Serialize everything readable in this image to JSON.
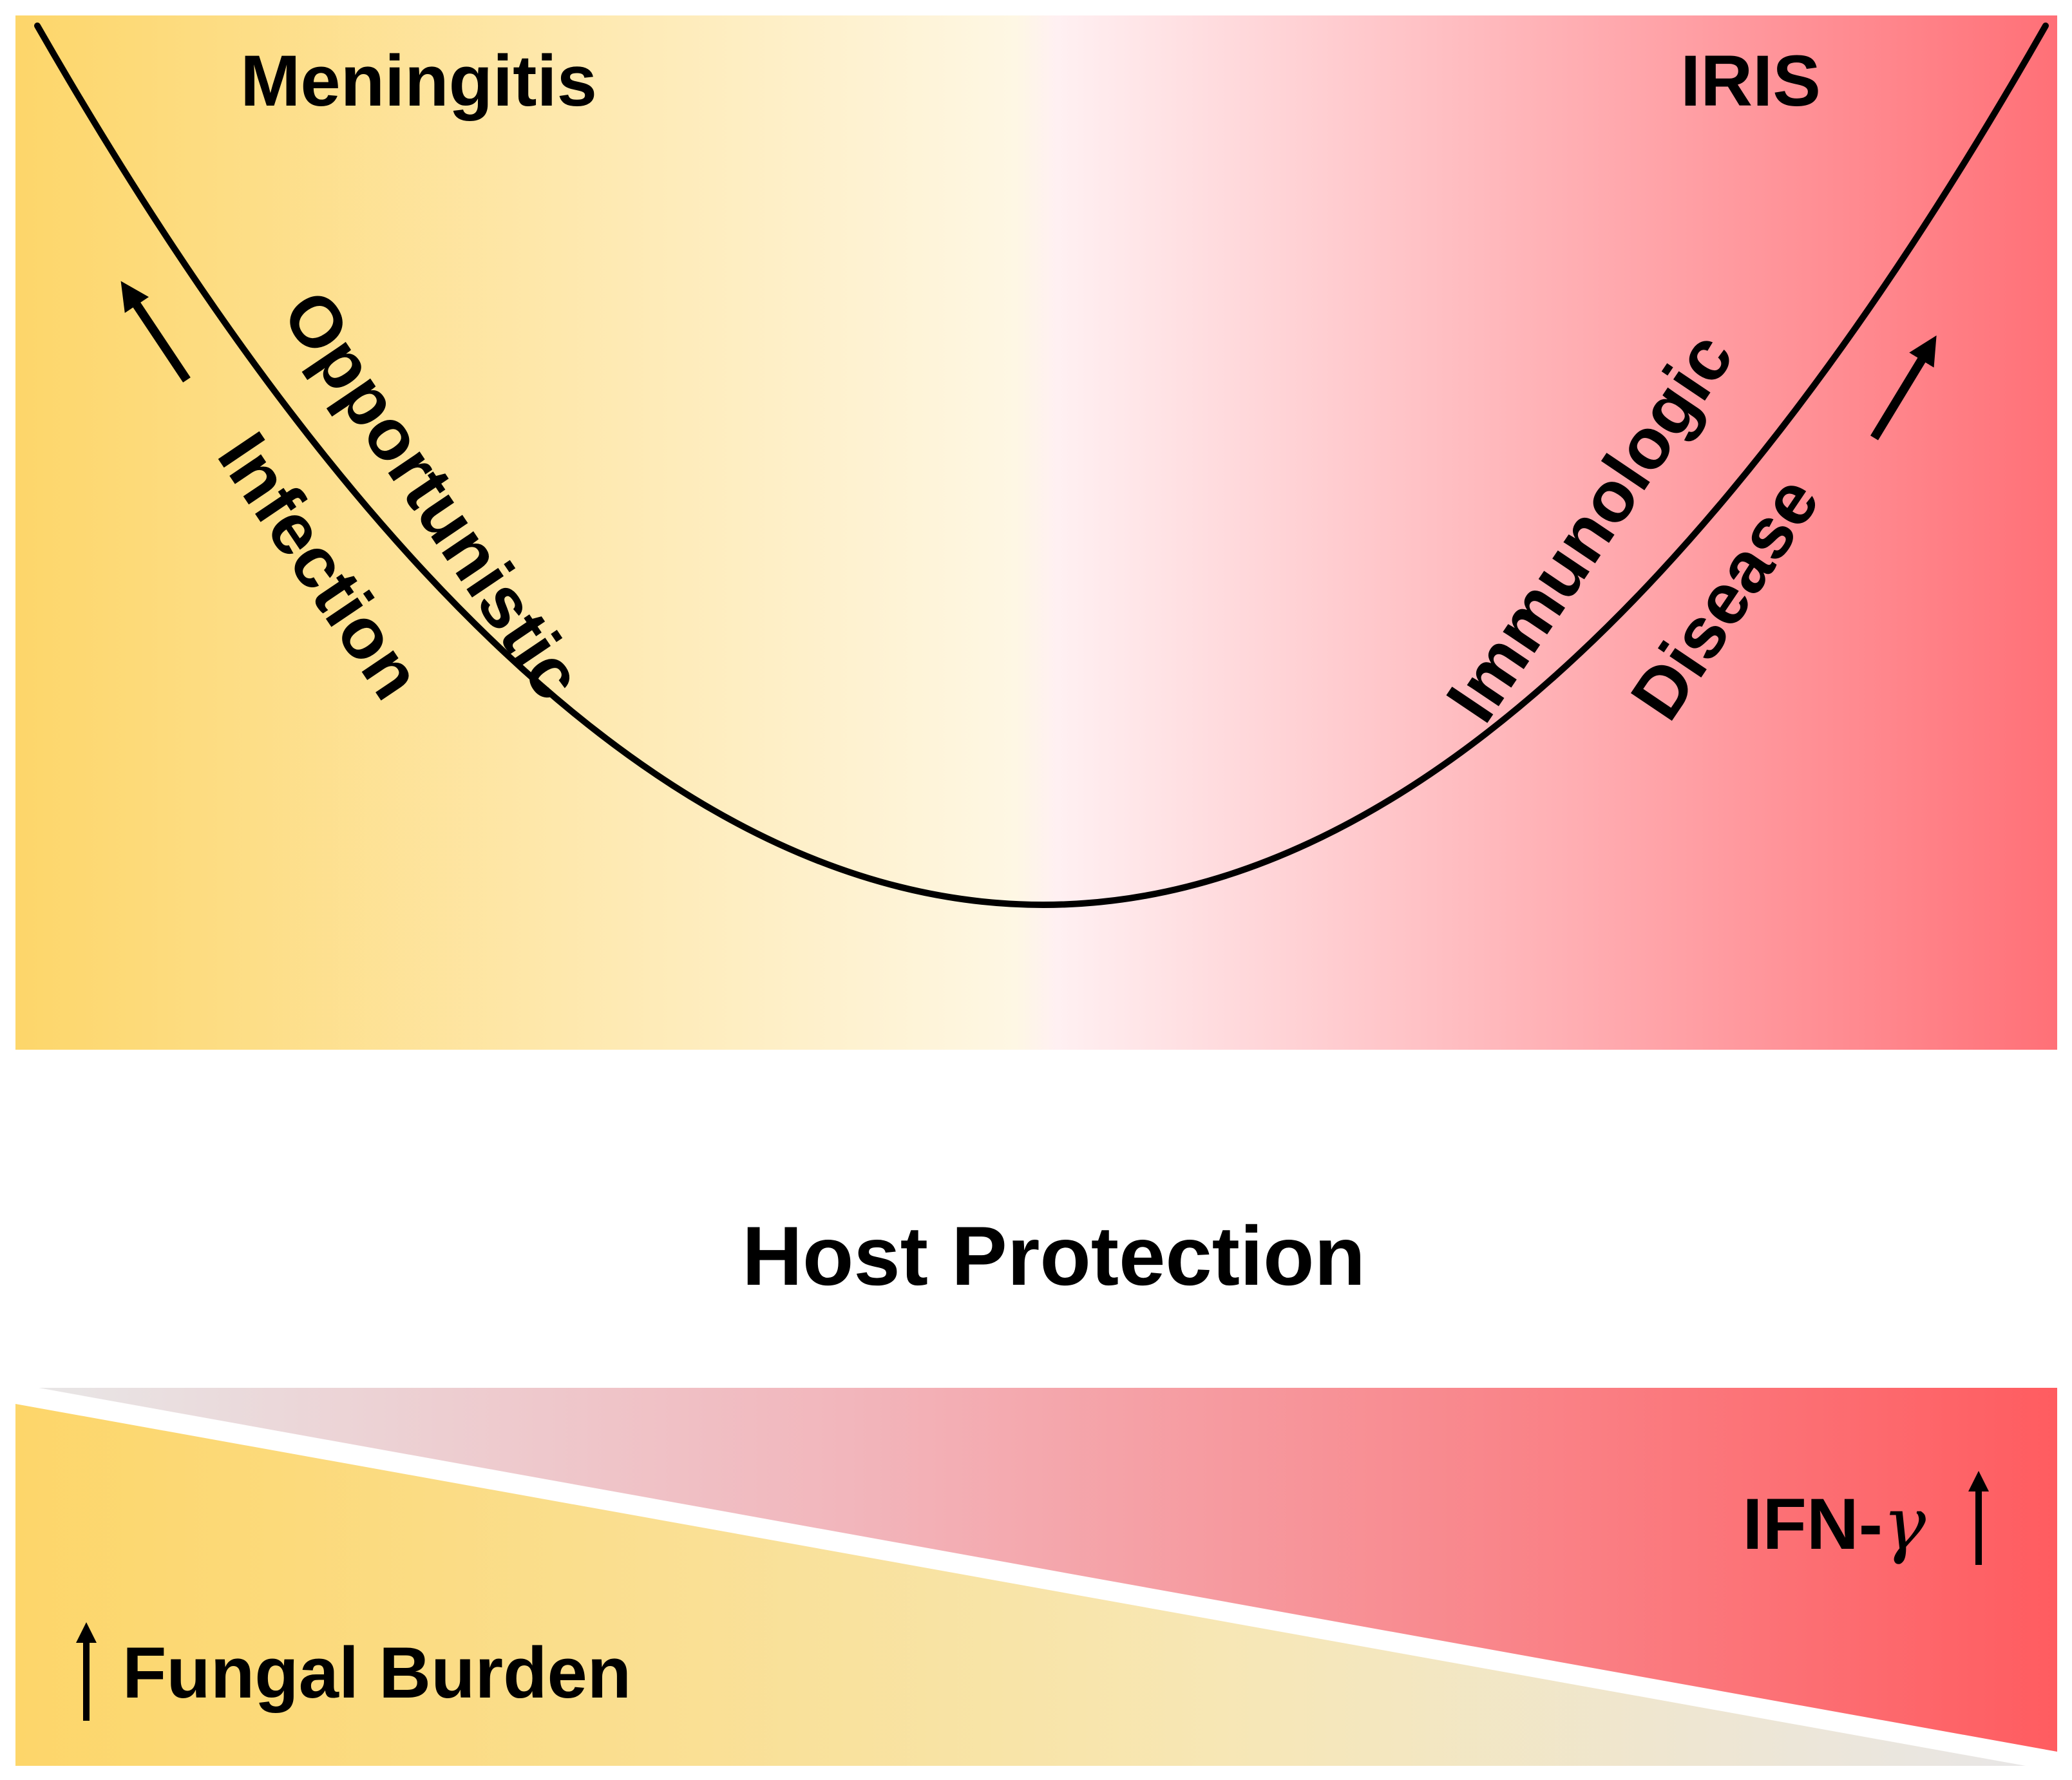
{
  "labels": {
    "meningitis": "Meningitis",
    "iris": "IRIS",
    "opportunistic": "Opportunistic",
    "infection": "Infection",
    "immunologic": "Immunologic",
    "disease": "Disease",
    "host_protection": "Host Protection",
    "fungal_burden": "Fungal Burden",
    "ifn": "IFN-",
    "ifn_symbol": "γ"
  },
  "colors": {
    "yellow_strong": "#FDD66A",
    "yellow_pale": "#FEF7E4",
    "pink_pale": "#FFF0F2",
    "red_strong": "#FF7077",
    "bottom_red": "#FF5C60",
    "bottom_gray": "#E8E6E6",
    "line": "#000000"
  }
}
